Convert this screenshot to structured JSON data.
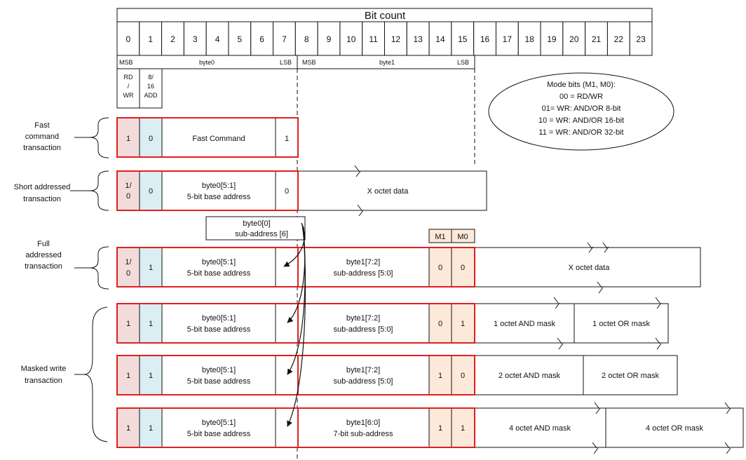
{
  "header": {
    "title": "Bit count",
    "bits": [
      "0",
      "1",
      "2",
      "3",
      "4",
      "5",
      "6",
      "7",
      "8",
      "9",
      "10",
      "11",
      "12",
      "13",
      "14",
      "15",
      "16",
      "17",
      "18",
      "19",
      "20",
      "21",
      "22",
      "23"
    ],
    "byte0": {
      "msb": "MSB",
      "name": "byte0",
      "lsb": "LSB"
    },
    "byte1": {
      "msb": "MSB",
      "name": "byte1",
      "lsb": "LSB"
    },
    "flag0": [
      "RD",
      "/",
      "WR"
    ],
    "flag1": [
      "8/",
      "16",
      "ADD"
    ]
  },
  "mode_note": {
    "lines": [
      "Mode bits (M1, M0):",
      "00 = RD/WR",
      "01= WR: AND/OR  8-bit",
      "10 = WR: AND/OR 16-bit",
      "11 = WR: AND/OR 32-bit"
    ]
  },
  "labels": {
    "fast": [
      "Fast",
      "command",
      "transaction"
    ],
    "short": [
      "Short addressed",
      "transaction"
    ],
    "full": [
      "Full",
      "addressed",
      "transaction"
    ],
    "masked": [
      "Masked write",
      "transaction"
    ]
  },
  "callout": {
    "line1": "byte0[0]",
    "line2": "sub-address [6]"
  },
  "mode_headers": {
    "m1": "M1",
    "m0": "M0"
  },
  "rows": {
    "fast": {
      "b0": "1",
      "b1": "0",
      "cmd": "Fast Command",
      "b7": "1"
    },
    "short": {
      "b0": [
        "1/",
        "0"
      ],
      "b1": "0",
      "addr": [
        "byte0[5:1]",
        "5-bit base address"
      ],
      "b7": "0",
      "data": "X octet data"
    },
    "full": {
      "b0": [
        "1/",
        "0"
      ],
      "b1": "1",
      "addr": [
        "byte0[5:1]",
        "5-bit base address"
      ],
      "sub": [
        "byte1[7:2]",
        "sub-address [5:0]"
      ],
      "m1": "0",
      "m0": "0",
      "data": "X octet data"
    },
    "mask8": {
      "b0": "1",
      "b1": "1",
      "addr": [
        "byte0[5:1]",
        "5-bit base address"
      ],
      "sub": [
        "byte1[7:2]",
        "sub-address [5:0]"
      ],
      "m1": "0",
      "m0": "1",
      "and": "1 octet AND mask",
      "or": "1 octet OR mask"
    },
    "mask16": {
      "b0": "1",
      "b1": "1",
      "addr": [
        "byte0[5:1]",
        "5-bit base address"
      ],
      "sub": [
        "byte1[7:2]",
        "sub-address [5:0]"
      ],
      "m1": "1",
      "m0": "0",
      "and": "2 octet AND mask",
      "or": "2 octet OR mask"
    },
    "mask32": {
      "b0": "1",
      "b1": "1",
      "addr": [
        "byte0[5:1]",
        "5-bit base address"
      ],
      "sub": [
        "byte1[6:0]",
        "7-bit sub-address"
      ],
      "m1": "1",
      "m0": "1",
      "and": "4 octet AND mask",
      "or": "4 octet OR mask"
    }
  },
  "colors": {
    "rw_fill": "#f2dcdb",
    "addr_fill": "#dbeef4",
    "mode_fill": "#fde9d9",
    "frame": "#e02020",
    "line": "#111111"
  }
}
